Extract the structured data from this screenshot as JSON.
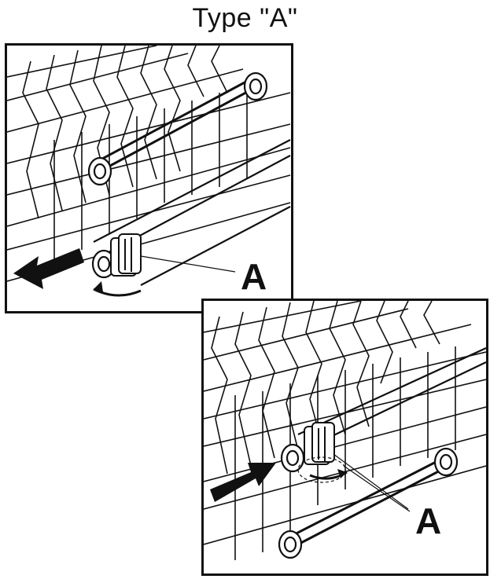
{
  "title": "Type \"A\"",
  "step_1": {
    "callout_label": "A"
  },
  "step_2": {
    "callout_label": "A"
  },
  "colors": {
    "line": "#111111",
    "fill": "#ffffff",
    "arrow": "#111111"
  }
}
